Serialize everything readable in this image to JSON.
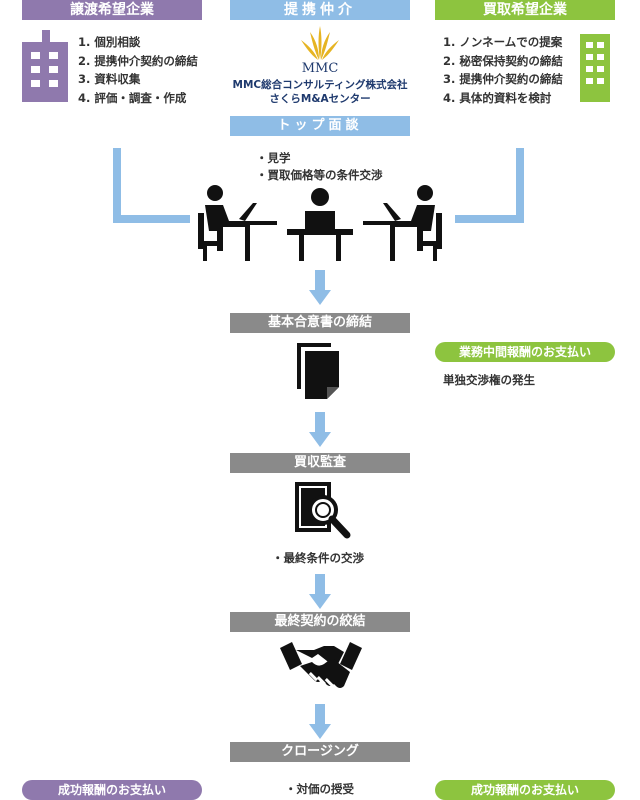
{
  "seller": {
    "header": "譲渡希望企業",
    "items": [
      "1. 個別相談",
      "2. 提携仲介契約の締結",
      "3. 資料収集",
      "4. 評価・調査・作成"
    ]
  },
  "broker": {
    "header": "提携仲介",
    "logo_text": "MMC",
    "company_line1": "MMC総合コンサルティング株式会社",
    "company_line2": "さくらM&Aセンター"
  },
  "buyer": {
    "header": "買取希望企業",
    "items": [
      "1. ノンネームでの提案",
      "2. 秘密保持契約の締結",
      "3. 提携仲介契約の締結",
      "4. 具体的資料を検討"
    ]
  },
  "top_meeting": {
    "label": "トップ面談",
    "notes": [
      "・見学",
      "・買取価格等の条件交渉"
    ]
  },
  "steps": {
    "basic_agreement": "基本合意書の締結",
    "due_diligence": "買収監査",
    "final_contract": "最終契約の絞結",
    "closing": "クロージング"
  },
  "notes": {
    "interim_fee": "業務中間報酬のお支払い",
    "exclusive_right": "単独交渉権の発生",
    "final_negotiation": "・最終条件の交渉",
    "payment": "・対価の授受",
    "success_fee_left": "成功報酬のお支払い",
    "success_fee_right": "成功報酬のお支払い"
  },
  "colors": {
    "purple": "#8f79ad",
    "blue": "#8fbde6",
    "green": "#8dc43f",
    "gray": "#8a8a8a",
    "gold": "#e6b422",
    "navy": "#1f3a6e"
  }
}
